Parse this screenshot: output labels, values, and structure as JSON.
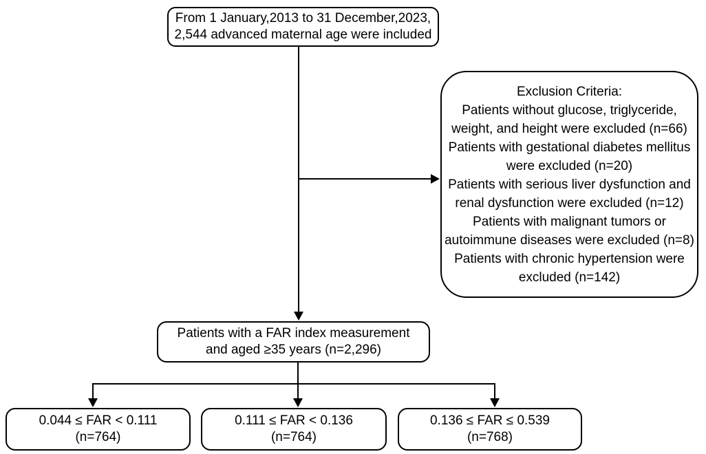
{
  "colors": {
    "background": "#ffffff",
    "line": "#000000",
    "text": "#000000"
  },
  "flowchart": {
    "top_box": {
      "lines": [
        "From 1 January,2013 to 31 December,2023,",
        "2,544 advanced maternal age were included"
      ]
    },
    "exclusion_box": {
      "lines": [
        "Exclusion Criteria:",
        "Patients without glucose, triglyceride,",
        "weight, and height were excluded (n=66)",
        "Patients with gestational diabetes mellitus",
        "were excluded (n=20)",
        "Patients with serious liver dysfunction and",
        "renal dysfunction were excluded (n=12)",
        "Patients with malignant tumors or",
        "autoimmune diseases were excluded (n=8)",
        "Patients with chronic hypertension were",
        "excluded (n=142)"
      ]
    },
    "cohort_box": {
      "lines": [
        "Patients with a FAR index measurement",
        "and aged ≥35 years (n=2,296)"
      ]
    },
    "group_boxes": [
      {
        "range": "0.044 ≤ FAR < 0.111",
        "n": "(n=764)"
      },
      {
        "range": "0.111 ≤ FAR < 0.136",
        "n": "(n=764)"
      },
      {
        "range": "0.136 ≤ FAR ≤ 0.539",
        "n": "(n=768)"
      }
    ]
  }
}
